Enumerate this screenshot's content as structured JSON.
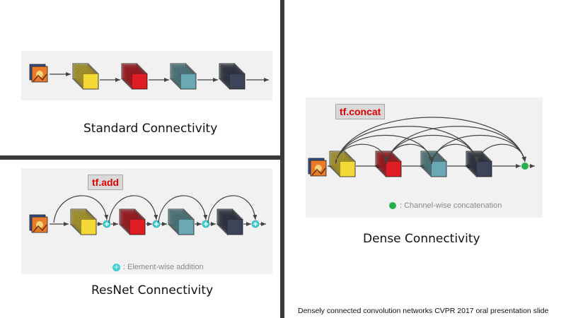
{
  "panels": {
    "standard": {
      "caption": "Standard Connectivity"
    },
    "resnet": {
      "caption": "ResNet Connectivity",
      "op_tag": "tf.add",
      "legend": ": Element-wise addition"
    },
    "dense": {
      "caption": "Dense Connectivity",
      "op_tag": "tf.concat",
      "legend": ": Channel-wise concatenation"
    }
  },
  "footnote": "Densely connected convolution networks CVPR 2017 oral presentation slide",
  "colors": {
    "block_yellow": "#f4d836",
    "block_red": "#e01c24",
    "block_teal": "#6aa9b3",
    "block_navy": "#3c4458",
    "add_node": "#3fd0d6",
    "concat_node": "#22b14c",
    "tag_text": "#e00000",
    "divider": "#3a3a3a"
  }
}
